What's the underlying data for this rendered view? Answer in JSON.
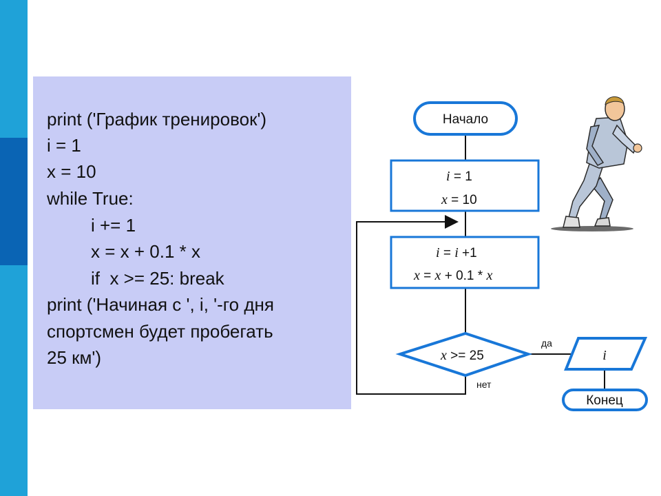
{
  "colors": {
    "accent_bar": "#1fa2d8",
    "accent_bar_dark": "#0a64b4",
    "code_panel": "#c8ccf6",
    "flow_stroke": "#1877d8"
  },
  "code": {
    "lines": [
      "print ('График тренировок')",
      "i = 1",
      "x = 10",
      "while True:",
      "i += 1",
      "x = x + 0.1 * x",
      "if  x >= 25: break",
      "print ('Начиная с ', i, '-го дня",
      "спортсмен будет пробегать",
      "25 км')"
    ]
  },
  "flowchart": {
    "start": "Начало",
    "init": {
      "i_var": "i",
      "i_rest": " = 1",
      "x_var": "x",
      "x_rest": " = 10"
    },
    "body": {
      "line1": [
        "i",
        " = ",
        "i",
        " +1"
      ],
      "line2": [
        "x",
        " = ",
        "x",
        " + 0.1 * ",
        "x"
      ]
    },
    "condition": {
      "var": "x",
      "rest": " >= 25"
    },
    "yes_label": "да",
    "no_label": "нет",
    "output": "i",
    "end": "Конец"
  },
  "illustration": "running-athlete"
}
